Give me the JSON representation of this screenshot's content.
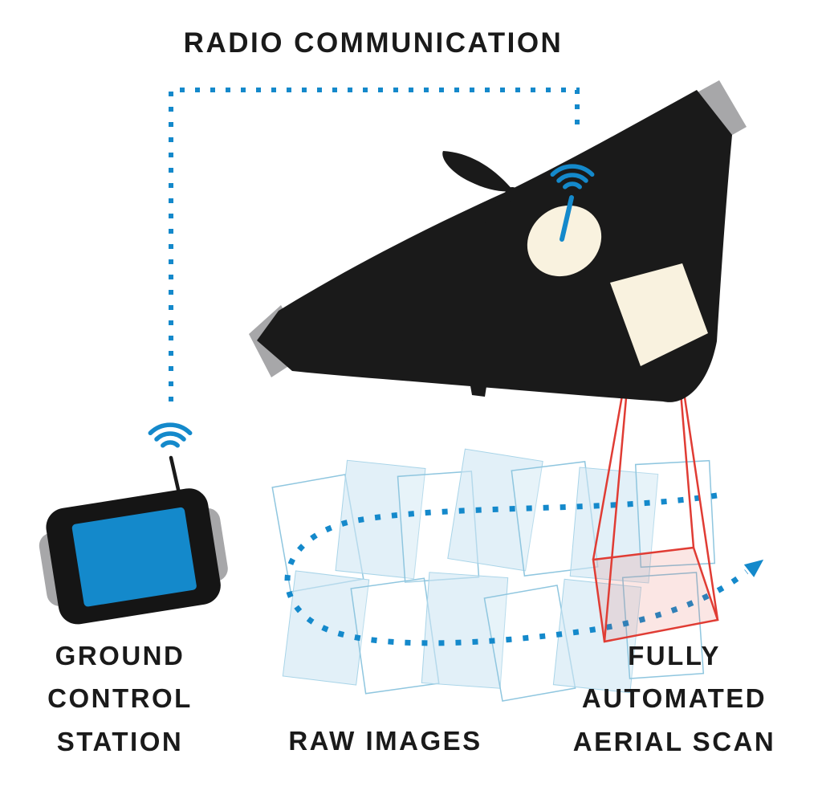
{
  "diagram": {
    "title": "RADIO COMMUNICATION",
    "labels": {
      "ground_station": [
        "GROUND",
        "CONTROL",
        "STATION"
      ],
      "raw_images": "RAW IMAGES",
      "aerial_scan": [
        "FULLY",
        "AUTOMATED",
        "AERIAL SCAN"
      ]
    },
    "colors": {
      "accent_blue": "#1489cb",
      "scan_red": "#e03c34",
      "drone_black": "#1a1a1a",
      "window_cream": "#f9f2df",
      "wingtip_gray": "#a7a7a9",
      "tile_fill_blue": "#cfe6f3",
      "tile_stroke_blue": "#8fc6df",
      "text_black": "#1a1a1a"
    }
  }
}
